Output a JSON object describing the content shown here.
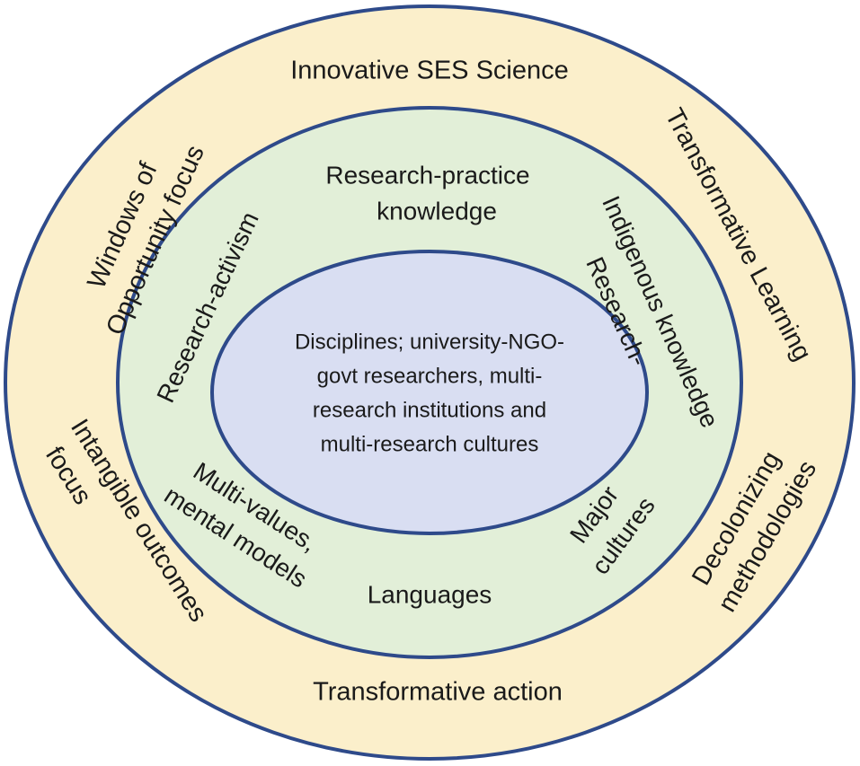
{
  "colors": {
    "outer_ring": "#fbefcb",
    "middle_ring": "#e2efd8",
    "inner_ring": "#d9def2",
    "ring_stroke": "#2e4a8a"
  },
  "outer": {
    "top": "Innovative SES Science",
    "top_left": [
      "Windows of",
      "Opportunity focus"
    ],
    "top_right": "Transformative Learning",
    "bottom_left": [
      "Intangible outcomes",
      "focus"
    ],
    "bottom_right": [
      "Decolonizing",
      "methodologies"
    ],
    "bottom": "Transformative action"
  },
  "middle": {
    "top": [
      "Research-practice",
      "knowledge"
    ],
    "left": "Research-activism",
    "right": [
      "Research-",
      "Indigenous knowledge"
    ],
    "bottom_left": [
      "Multi-values,",
      "mental models"
    ],
    "bottom_right": [
      "Major",
      "cultures"
    ],
    "bottom": "Languages"
  },
  "inner": {
    "lines": [
      "Disciplines; university-NGO-",
      "govt researchers, multi-",
      "research institutions and",
      "multi-research cultures"
    ]
  }
}
